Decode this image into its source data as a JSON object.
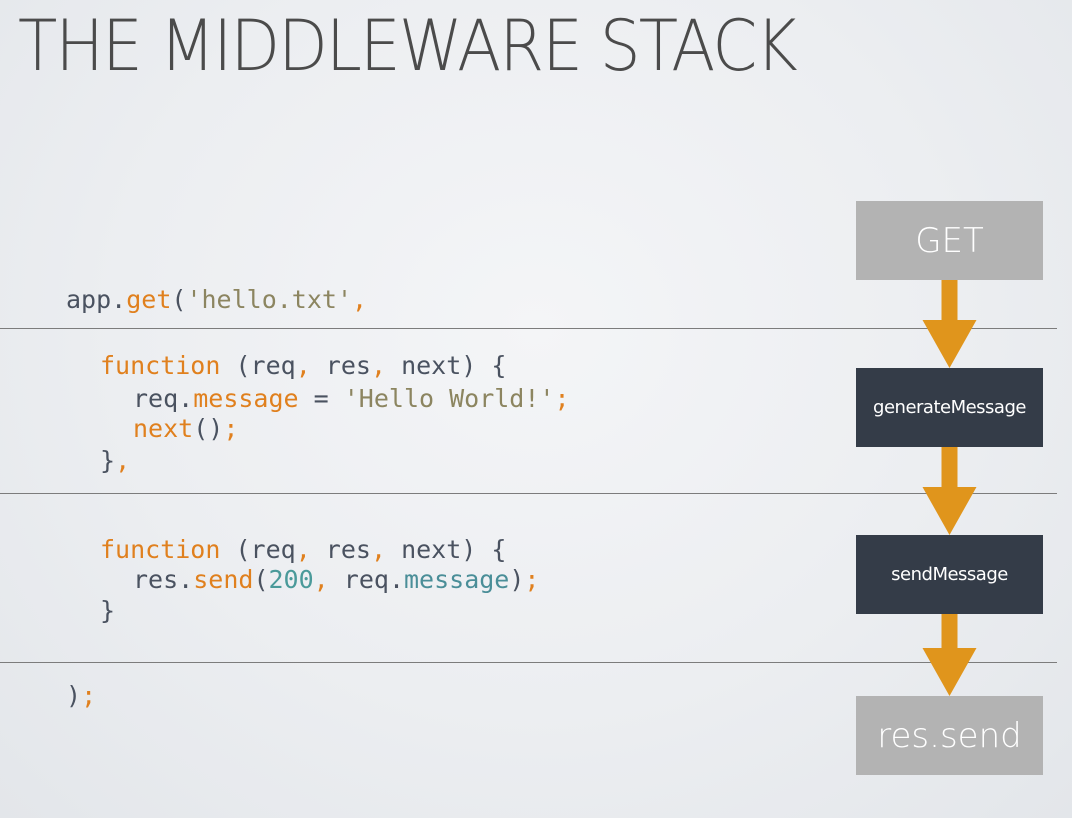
{
  "title": "THE MIDDLEWARE STACK",
  "code": {
    "line1": {
      "a": "app",
      "b": ".",
      "c": "get",
      "d": "(",
      "e": "'hello.txt'",
      "f": ","
    },
    "fn1": {
      "l1": {
        "a": "function",
        "b": " (",
        "c": "req",
        "d": ",",
        "e": " res",
        "f": ",",
        "g": " next",
        "h": ") {"
      },
      "l2": {
        "a": "req",
        "b": ".",
        "c": "message",
        "d": " = ",
        "e": "'Hello World!'",
        "f": ";"
      },
      "l3": {
        "a": "next",
        "b": "()",
        "c": ";"
      },
      "l4": {
        "a": "}",
        "b": ","
      }
    },
    "fn2": {
      "l1": {
        "a": "function",
        "b": " (",
        "c": "req",
        "d": ",",
        "e": " res",
        "f": ",",
        "g": " next",
        "h": ") {"
      },
      "l2": {
        "a": "res",
        "b": ".",
        "c": "send",
        "d": "(",
        "e": "200",
        "f": ",",
        "g": " req",
        "h": ".",
        "i": "message",
        "j": ")",
        "k": ";"
      },
      "l3": {
        "a": "}"
      }
    },
    "close": {
      "a": ")",
      "b": ";"
    }
  },
  "flow": {
    "nodes": [
      {
        "label": "GET"
      },
      {
        "label": "generateMessage"
      },
      {
        "label": "sendMessage"
      },
      {
        "label": "res.send"
      }
    ],
    "colors": {
      "light_box": "#b3b3b3",
      "dark_box": "#343c48",
      "arrow": "#e0951c"
    }
  }
}
